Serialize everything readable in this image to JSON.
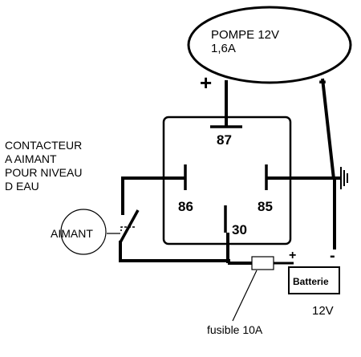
{
  "pump": {
    "line1": "POMPE 12V",
    "line2": "1,6A",
    "plus": "+",
    "minus": "-"
  },
  "relay": {
    "pin87": "87",
    "pin86": "86",
    "pin85": "85",
    "pin30": "30"
  },
  "switch": {
    "label_lines": [
      "CONTACTEUR",
      "A AIMANT",
      "POUR NIVEAU",
      "D EAU"
    ],
    "magnet": "AIMANT"
  },
  "battery": {
    "label": "Batterie",
    "plus": "+",
    "minus": "-",
    "voltage": "12V"
  },
  "fuse": {
    "label": "fusible 10A"
  }
}
